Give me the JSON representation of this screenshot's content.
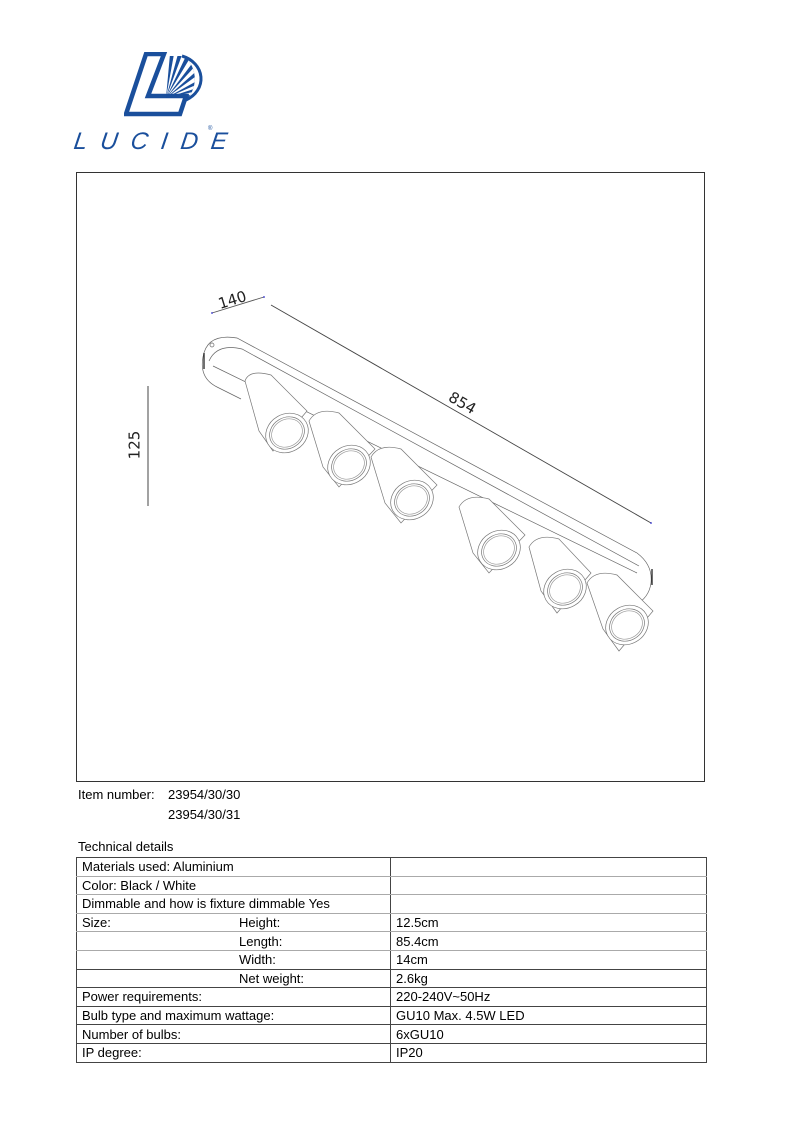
{
  "brand": {
    "name": "LUCIDE",
    "registered_mark": "®",
    "colors": {
      "brand_blue": "#1a4f9c"
    }
  },
  "drawing": {
    "dimensions": {
      "width": "140",
      "length": "854",
      "height": "125"
    },
    "bulb_count": 6
  },
  "item": {
    "label": "Item number:",
    "numbers": [
      "23954/30/30",
      "23954/30/31"
    ]
  },
  "technical_details": {
    "title": "Technical details",
    "rows": [
      {
        "label": "Materials used:  Aluminium",
        "sub": "",
        "value": ""
      },
      {
        "label": "Color:  Black / White",
        "sub": "",
        "value": ""
      },
      {
        "label": "Dimmable and how is fixture dimmable  Yes",
        "sub": "",
        "value": ""
      },
      {
        "label": "Size:",
        "sub": "Height:",
        "value": "12.5cm"
      },
      {
        "label": "",
        "sub": "Length:",
        "value": "85.4cm"
      },
      {
        "label": "",
        "sub": "Width:",
        "value": "14cm"
      },
      {
        "label": "",
        "sub": "Net weight:",
        "value": "2.6kg"
      },
      {
        "label": "Power requirements:",
        "sub": "",
        "value": "220-240V~50Hz"
      },
      {
        "label": "Bulb type and maximum wattage:",
        "sub": "",
        "value": "GU10 Max. 4.5W LED"
      },
      {
        "label": "Number of bulbs:",
        "sub": "",
        "value": "6xGU10"
      },
      {
        "label": "IP degree:",
        "sub": "",
        "value": "IP20"
      }
    ]
  }
}
